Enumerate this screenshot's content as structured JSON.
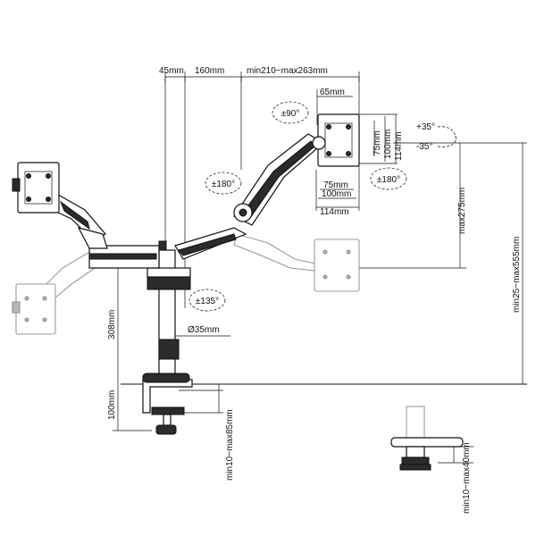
{
  "dimensions": {
    "d45": "45mm",
    "d160": "160mm",
    "arm_reach": "min210~max263mm",
    "d65": "65mm",
    "vesa75": "75mm",
    "vesa100": "100mm",
    "vesa114": "114mm",
    "vesa75_h": "75mm",
    "vesa100_h": "100mm",
    "vesa114_h": "114mm",
    "max275": "max275mm",
    "total_height": "min25~max555mm",
    "pole_height": "308mm",
    "pole_dia": "Ø35mm",
    "clamp_height": "100mm",
    "clamp_range": "min10~max85mm",
    "grommet_range": "min10~max40mm"
  },
  "rotations": {
    "rot90": "±90°",
    "rot180_top": "±180°",
    "rot180_mid": "±180°",
    "rot135": "±135°",
    "tilt_up": "+35°",
    "tilt_down": "-35°"
  }
}
